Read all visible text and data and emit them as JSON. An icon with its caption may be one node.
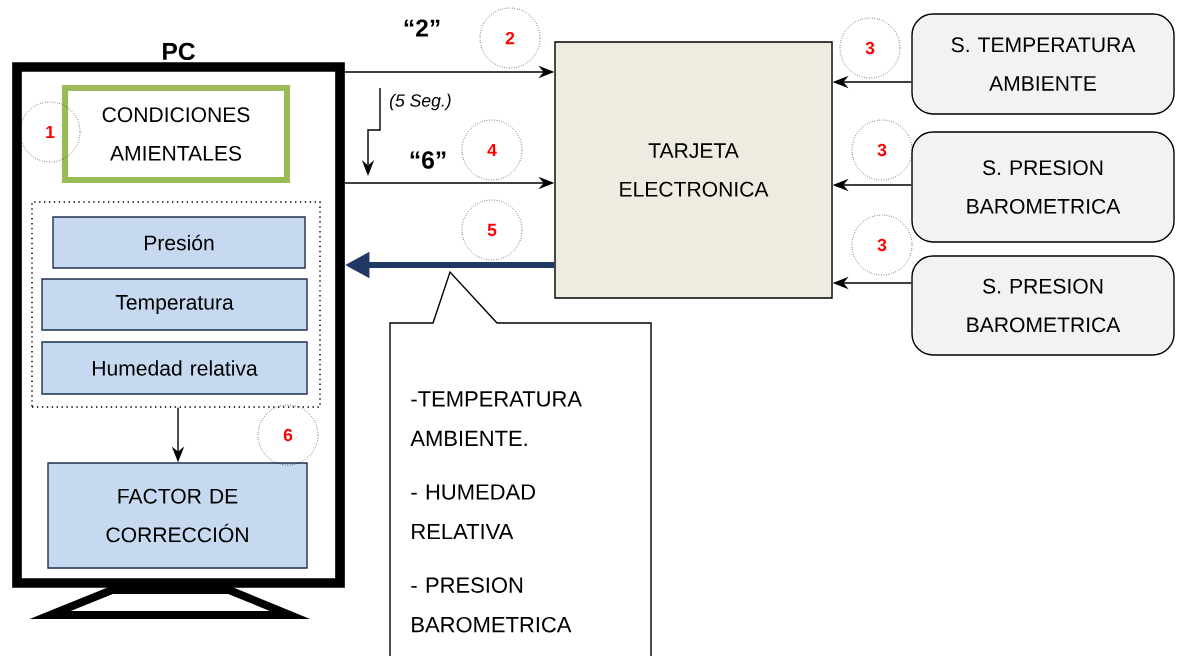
{
  "diagram": {
    "nodes": [
      {
        "text": [
          "PC"
        ]
      },
      {
        "text": [
          "CONDICIONES AMIENTALES"
        ],
        "in": 0
      },
      {
        "text": [],
        "shape": "box",
        "in": 0
      },
      {
        "text": [
          "Presión"
        ],
        "in": 2
      },
      {
        "text": [
          "Temperatura"
        ],
        "in": 2
      },
      {
        "text": [
          "Humedad relativa"
        ],
        "in": 2
      },
      {
        "text": [
          "FACTOR DE CORRECCIÓN"
        ],
        "in": 0
      },
      {
        "text": [
          "TARJETA ELECTRONICA"
        ]
      },
      {
        "text": [
          "S. TEMPERATURA AMBIENTE"
        ]
      },
      {
        "text": [
          "S. PRESION BAROMETRICA"
        ]
      },
      {
        "text": [
          "S. PRESION BAROMETRICA"
        ]
      },
      {
        "text": [
          "-TEMPERATURA AMBIENTE.",
          "- HUMEDAD RELATIVA",
          "- PRESION BAROMETRICA"
        ]
      },
      {
        "text": [
          "1"
        ],
        "in": 0
      },
      {
        "text": [
          "2"
        ]
      },
      {
        "text": [
          "4"
        ]
      },
      {
        "text": [
          "5"
        ]
      },
      {
        "text": [
          "3"
        ]
      },
      {
        "text": [
          "3"
        ]
      },
      {
        "text": [
          "3"
        ]
      },
      {
        "text": [
          "6"
        ],
        "in": 0
      }
    ],
    "edges": [
      {
        "from": 0,
        "to": 7,
        "arrow": "to",
        "label": "“2”"
      },
      {
        "from": 0,
        "to": 7,
        "arrow": "to",
        "label": "“6”"
      },
      {
        "from": 7,
        "to": 0,
        "arrow": "to",
        "style": "thick",
        "color": "#1f3864"
      },
      {
        "from": 8,
        "to": 7,
        "arrow": "to"
      },
      {
        "from": 9,
        "to": 7,
        "arrow": "to"
      },
      {
        "from": 10,
        "to": 7,
        "arrow": "to"
      },
      {
        "from": 2,
        "to": 6,
        "arrow": "to"
      }
    ],
    "labels": [
      "(5 Seg.)"
    ]
  }
}
